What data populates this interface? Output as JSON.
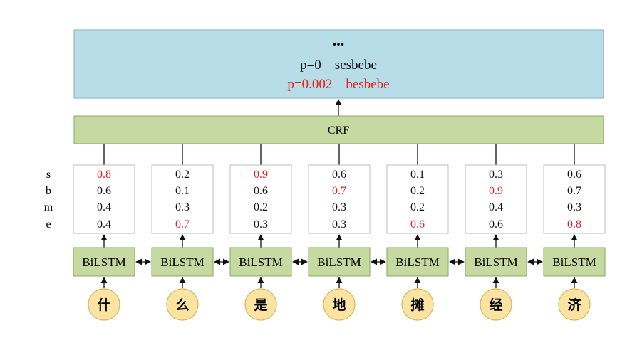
{
  "output_box": {
    "ellipsis": "...",
    "paths": [
      {
        "text": "p=0    sesbebe",
        "color": "#111111"
      },
      {
        "text": "p=0.002    besbebe",
        "color": "#e8201c"
      }
    ]
  },
  "crf_label": "CRF",
  "tag_labels": [
    "s",
    "b",
    "m",
    "e"
  ],
  "lstm_label": "BiLSTM",
  "highlight_color": "#e8201c",
  "colors": {
    "output_fill": "#b7dde8",
    "output_stroke": "#8aaec0",
    "crf_fill": "#c5d9a0",
    "crf_stroke": "#8aa865",
    "lstm_fill": "#c5d9a0",
    "lstm_stroke": "#8aa865",
    "char_fill": "#fbe3a1",
    "char_stroke": "#d8b95e"
  },
  "columns": [
    {
      "char": "什",
      "scores": [
        "0.8",
        "0.6",
        "0.4",
        "0.4"
      ],
      "highlight": 0
    },
    {
      "char": "么",
      "scores": [
        "0.2",
        "0.1",
        "0.3",
        "0.7"
      ],
      "highlight": 3
    },
    {
      "char": "是",
      "scores": [
        "0.9",
        "0.6",
        "0.2",
        "0.3"
      ],
      "highlight": 0
    },
    {
      "char": "地",
      "scores": [
        "0.6",
        "0.7",
        "0.3",
        "0.3"
      ],
      "highlight": 1
    },
    {
      "char": "摊",
      "scores": [
        "0.1",
        "0.2",
        "0.2",
        "0.6"
      ],
      "highlight": 3
    },
    {
      "char": "经",
      "scores": [
        "0.3",
        "0.9",
        "0.4",
        "0.6"
      ],
      "highlight": 1
    },
    {
      "char": "济",
      "scores": [
        "0.6",
        "0.7",
        "0.3",
        "0.8"
      ],
      "highlight": 3
    }
  ]
}
